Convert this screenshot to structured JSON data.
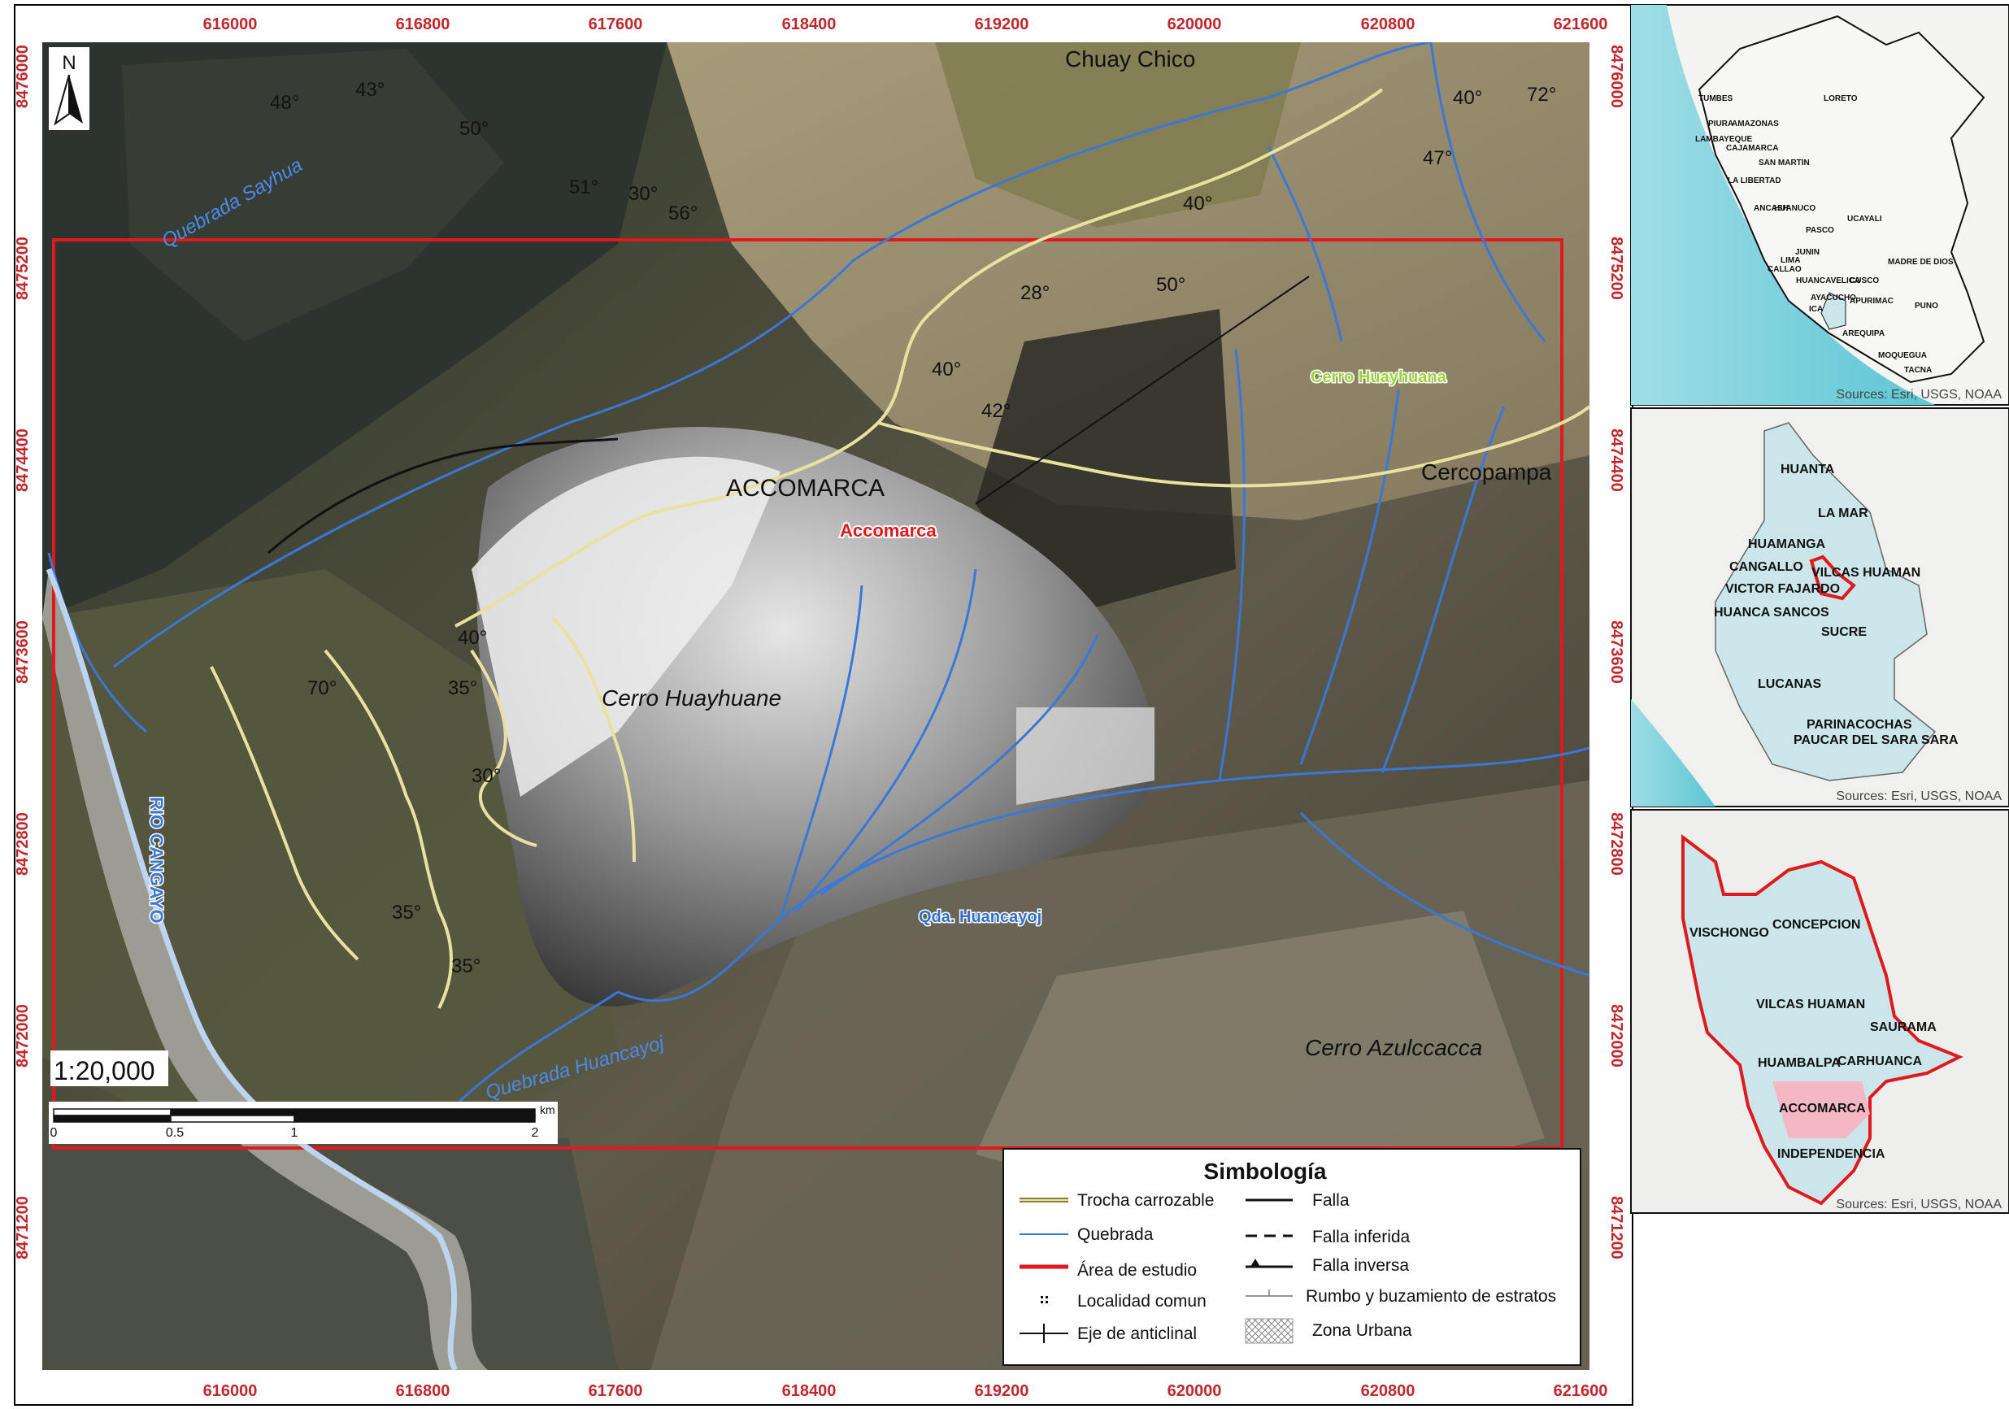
{
  "main_map": {
    "coords_top": [
      "616000",
      "616800",
      "617600",
      "618400",
      "619200",
      "620000",
      "620800",
      "621600"
    ],
    "coords_bottom": [
      "616000",
      "616800",
      "617600",
      "618400",
      "619200",
      "620000",
      "620800",
      "621600"
    ],
    "coords_left": [
      "8476000",
      "8475200",
      "8474400",
      "8473600",
      "8472800",
      "8472000",
      "8471200"
    ],
    "coords_right": [
      "8476000",
      "8475200",
      "8474400",
      "8473600",
      "8472800",
      "8472000",
      "8471200"
    ],
    "labels": {
      "chuay_chico": "Chuay Chico",
      "accomarca_upper": "ACCOMARCA",
      "accomarca_red": "Accomarca",
      "cerro_huayhuana_green": "Cerro Huayhuana",
      "cerro_huayhuane": "Cerro Huayhuane",
      "cercopampa": "Cercopampa",
      "cerro_azulccacca": "Cerro Azulccacca",
      "qda_huancayoj": "Qda. Huancayoj",
      "quebrada_huancayoj": "Quebrada Huancayoj",
      "quebrada_sayhua": "Quebrada Sayhua",
      "rio_cangayo": "RIO CANGAYO"
    },
    "dip_angles": [
      "48°",
      "43°",
      "50°",
      "51°",
      "30°",
      "56°",
      "40°",
      "72°",
      "47°",
      "40°",
      "28°",
      "50°",
      "40°",
      "42°",
      "40°",
      "70°",
      "35°",
      "30°",
      "35°",
      "35°"
    ],
    "scale_text": "1:20,000",
    "scalebar": {
      "ticks": [
        "0",
        "0.5",
        "1",
        "2"
      ],
      "unit": "km"
    },
    "north": "N"
  },
  "legend": {
    "title": "Simbología",
    "items_left": [
      "Trocha carrozable",
      "Quebrada",
      "Área de estudio",
      "Localidad comun",
      "Eje de anticlinal"
    ],
    "items_right": [
      "Falla",
      "Falla inferida",
      "Falla inversa",
      "Rumbo y buzamiento de estratos",
      "Zona Urbana"
    ]
  },
  "inset1": {
    "labels": [
      "TUMBES",
      "PIURA",
      "AMAZONAS",
      "LAMBAYEQUE",
      "CAJAMARCA",
      "LORETO",
      "SAN MARTIN",
      "LA LIBERTAD",
      "ANCASH",
      "HUANUCO",
      "UCAYALI",
      "PASCO",
      "JUNIN",
      "LIMA",
      "CALLAO",
      "MADRE DE DIOS",
      "HUANCAVELICA",
      "CUSCO",
      "AYACUCHO",
      "APURIMAC",
      "PUNO",
      "ICA",
      "AREQUIPA",
      "MOQUEGUA",
      "TACNA"
    ],
    "source": "Sources: Esri, USGS, NOAA"
  },
  "inset2": {
    "labels": [
      "HUANTA",
      "LA MAR",
      "HUAMANGA",
      "CANGALLO",
      "VILCAS HUAMAN",
      "VICTOR FAJARDO",
      "HUANCA SANCOS",
      "SUCRE",
      "LUCANAS",
      "PARINACOCHAS",
      "PAUCAR DEL SARA SARA"
    ],
    "source": "Sources: Esri, USGS, NOAA"
  },
  "inset3": {
    "labels": [
      "VISCHONGO",
      "CONCEPCION",
      "VILCAS HUAMAN",
      "SAURAMA",
      "HUAMBALPA",
      "CARHUANCA",
      "ACCOMARCA",
      "INDEPENDENCIA"
    ],
    "source": "Sources: Esri, USGS, NOAA"
  },
  "colors": {
    "coord_red": "#c0282d",
    "study_area": "#e0191c",
    "stream": "#3a78d8",
    "road": "#e8e2a0",
    "sea": "#7fd0dc",
    "ayacucho_fill": "#cbe6ea",
    "accomarca_fill": "#f3b8c4",
    "green_label": "#9ad63a"
  }
}
